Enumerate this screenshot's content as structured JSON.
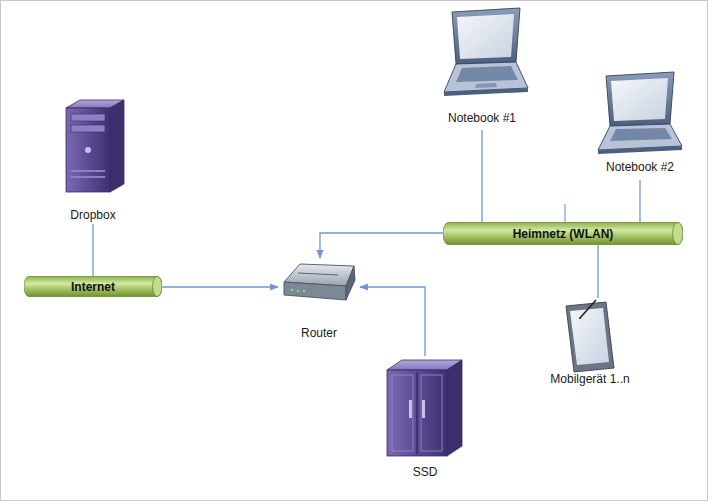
{
  "diagram": {
    "nodes": [
      {
        "text": [
          "Notebook #1"
        ]
      },
      {
        "text": [
          "Notebook #2"
        ]
      },
      {
        "text": [
          "Dropbox"
        ]
      },
      {
        "text": [
          "Heimnetz (WLAN)"
        ]
      },
      {
        "text": [
          "Internet"
        ]
      },
      {
        "text": [
          "Router"
        ]
      },
      {
        "text": [
          "Mobilgerät 1..n"
        ]
      },
      {
        "text": [
          "SSD"
        ]
      }
    ],
    "edges": [
      {
        "from": 0,
        "to": 3,
        "arrow": "none"
      },
      {
        "from": 1,
        "to": 3,
        "arrow": "none"
      },
      {
        "from": 2,
        "to": 4,
        "arrow": "none"
      },
      {
        "from": 3,
        "to": 5,
        "arrow": "to"
      },
      {
        "from": 4,
        "to": 5,
        "arrow": "to"
      },
      {
        "from": 3,
        "to": 6,
        "arrow": "none"
      },
      {
        "from": 7,
        "to": 5,
        "arrow": "to"
      }
    ]
  }
}
